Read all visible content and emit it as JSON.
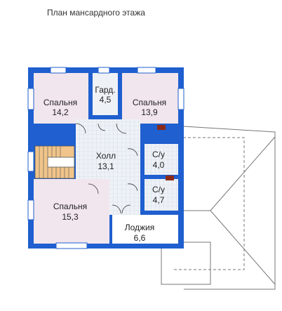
{
  "title": "План мансардного этажа",
  "colors": {
    "wall": "#1f5fcf",
    "bedroom": "#f1e6ee",
    "floor_tile": "#e9eef5",
    "stairs": "#f0c48a",
    "roof_line": "#777777",
    "chimney": "#8a2a1a"
  },
  "rooms": [
    {
      "id": "bedroom-nw",
      "name": "Спальня",
      "area": "14,2"
    },
    {
      "id": "wardrobe",
      "name": "Гард.",
      "area": "4,5"
    },
    {
      "id": "bedroom-ne",
      "name": "Спальня",
      "area": "13,9"
    },
    {
      "id": "hall",
      "name": "Холл",
      "area": "13,1"
    },
    {
      "id": "bath-1",
      "name": "С/у",
      "area": "4,0"
    },
    {
      "id": "bath-2",
      "name": "С/у",
      "area": "4,7"
    },
    {
      "id": "bedroom-sw",
      "name": "Спальня",
      "area": "15,3"
    },
    {
      "id": "loggia",
      "name": "Лоджия",
      "area": "6,6"
    }
  ]
}
